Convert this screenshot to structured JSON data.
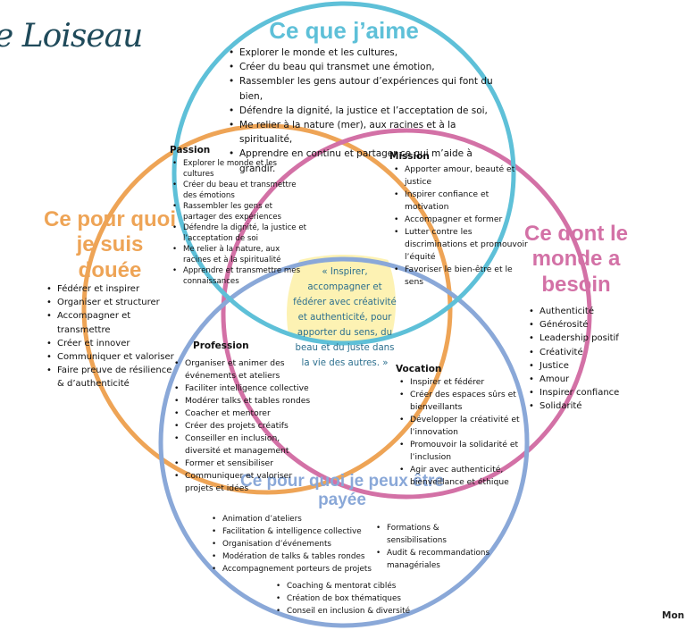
{
  "logo": {
    "text": "e Loiseau"
  },
  "colors": {
    "top": "#5ec0d8",
    "left": "#eea456",
    "right": "#d371a6",
    "bottom": "#8aa8d8",
    "center": "#fdf2b3"
  },
  "circles": {
    "top": {
      "title": "Ce que j’aime",
      "items": [
        "Explorer le monde et les cultures,",
        "Créer du beau qui transmet une émotion,",
        "Rassembler les gens autour d’expériences qui font du bien,",
        "Défendre la dignité, la justice et l’acceptation de soi,",
        "Me relier à la nature (mer), aux racines et à la spiritualité,",
        "Apprendre en continu et partager ce qui m’aide à grandir."
      ]
    },
    "left": {
      "title": "Ce pour quoi je suis douée",
      "items": [
        "Fédérer et inspirer",
        "Organiser et structurer",
        "Accompagner et transmettre",
        "Créer et innover",
        "Communiquer et valoriser",
        "Faire preuve de résilience & d’authenticité"
      ]
    },
    "right": {
      "title": "Ce dont le monde a besoin",
      "items": [
        "Authenticité",
        "Générosité",
        "Leadership positif",
        "Créativité",
        "Justice",
        "Amour",
        "Inspirer confiance",
        "Solidarité"
      ]
    },
    "bottom": {
      "title": "Ce pour quoi je peux être payée",
      "items_a": [
        "Animation d’ateliers",
        "Facilitation & intelligence collective",
        "Organisation d’événements",
        "Modération de talks & tables rondes",
        "Accompagnement porteurs de projets"
      ],
      "items_b": [
        "Formations & sensibilisations",
        "Audit & recommandations managériales"
      ],
      "items_c": [
        "Coaching & mentorat ciblés",
        "Création de box thématiques",
        "Conseil en inclusion & diversité"
      ]
    }
  },
  "overlaps": {
    "passion": {
      "title": "Passion",
      "items": [
        "Explorer le monde et les cultures",
        "Créer du beau et transmettre des émotions",
        "Rassembler les gens et partager des expériences",
        "Défendre la dignité, la justice et l’acceptation de soi",
        "Me relier à la nature, aux racines et à la spiritualité",
        "Apprendre et transmettre mes connaissances"
      ]
    },
    "mission": {
      "title": "Mission",
      "items": [
        "Apporter amour, beauté et justice",
        "Inspirer confiance et motivation",
        "Accompagner et former",
        "Lutter contre les discriminations et promouvoir l’équité",
        "Favoriser le bien-être et le sens"
      ]
    },
    "profession": {
      "title": "Profession",
      "items": [
        "Organiser et animer des événements et ateliers",
        "Faciliter intelligence collective",
        "Modérer talks et tables rondes",
        "Coacher et mentorer",
        "Créer des projets créatifs",
        "Conseiller en inclusion, diversité et management",
        "Former et sensibiliser",
        "Communiquer et valoriser projets et idées"
      ]
    },
    "vocation": {
      "title": "Vocation",
      "items": [
        "Inspirer et fédérer",
        "Créer des espaces sûrs et bienveillants",
        "Développer la créativité et l’innovation",
        "Promouvoir la solidarité et l’inclusion",
        "Agir avec authenticité, bienveillance et éthique"
      ]
    }
  },
  "center": {
    "text": "« Inspirer, accompagner et fédérer avec créativité et authenticité, pour apporter du sens, du beau et du juste dans la vie des autres. »"
  },
  "corner_text": "Mon I"
}
